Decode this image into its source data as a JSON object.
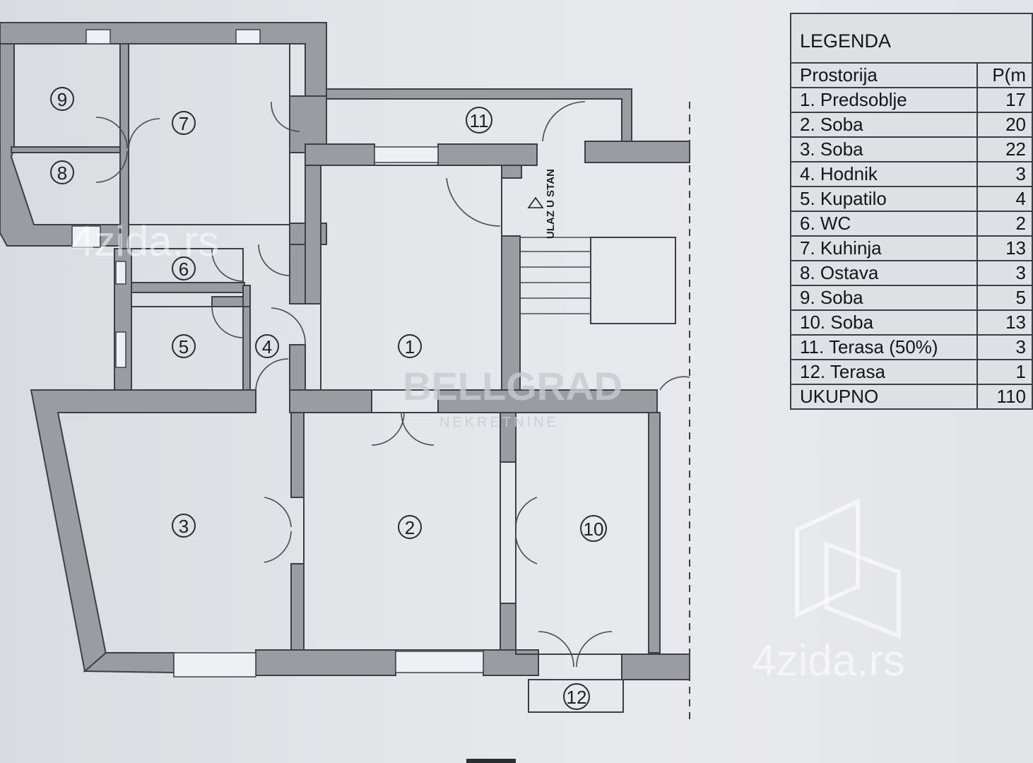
{
  "plan": {
    "rooms": [
      {
        "num": "1"
      },
      {
        "num": "2"
      },
      {
        "num": "3"
      },
      {
        "num": "4"
      },
      {
        "num": "5"
      },
      {
        "num": "6"
      },
      {
        "num": "7"
      },
      {
        "num": "8"
      },
      {
        "num": "9"
      },
      {
        "num": "10"
      },
      {
        "num": "11"
      },
      {
        "num": "12"
      }
    ],
    "entrance_label": "ULAZ U STAN"
  },
  "legend": {
    "title": "LEGENDA",
    "header": {
      "room": "Prostorija",
      "area": "P(m"
    },
    "rows": [
      {
        "room": "1. Predsoblje",
        "area": "17"
      },
      {
        "room": "2. Soba",
        "area": "20"
      },
      {
        "room": "3. Soba",
        "area": "22"
      },
      {
        "room": "4. Hodnik",
        "area": "3"
      },
      {
        "room": "5. Kupatilo",
        "area": "4"
      },
      {
        "room": "6. WC",
        "area": "2"
      },
      {
        "room": "7. Kuhinja",
        "area": "13"
      },
      {
        "room": "8. Ostava",
        "area": "3"
      },
      {
        "room": "9. Soba",
        "area": "5"
      },
      {
        "room": "10. Soba",
        "area": "13"
      },
      {
        "room": "11. Terasa (50%)",
        "area": "3"
      },
      {
        "room": "12. Terasa",
        "area": "1"
      }
    ],
    "total": {
      "room": "UKUPNO",
      "area": "110"
    }
  },
  "watermarks": {
    "site_top": "4zida.rs",
    "site_bottom": "4zida.rs",
    "agency": "BELLGRAD",
    "agency_sub": "NEKRETNINE"
  }
}
